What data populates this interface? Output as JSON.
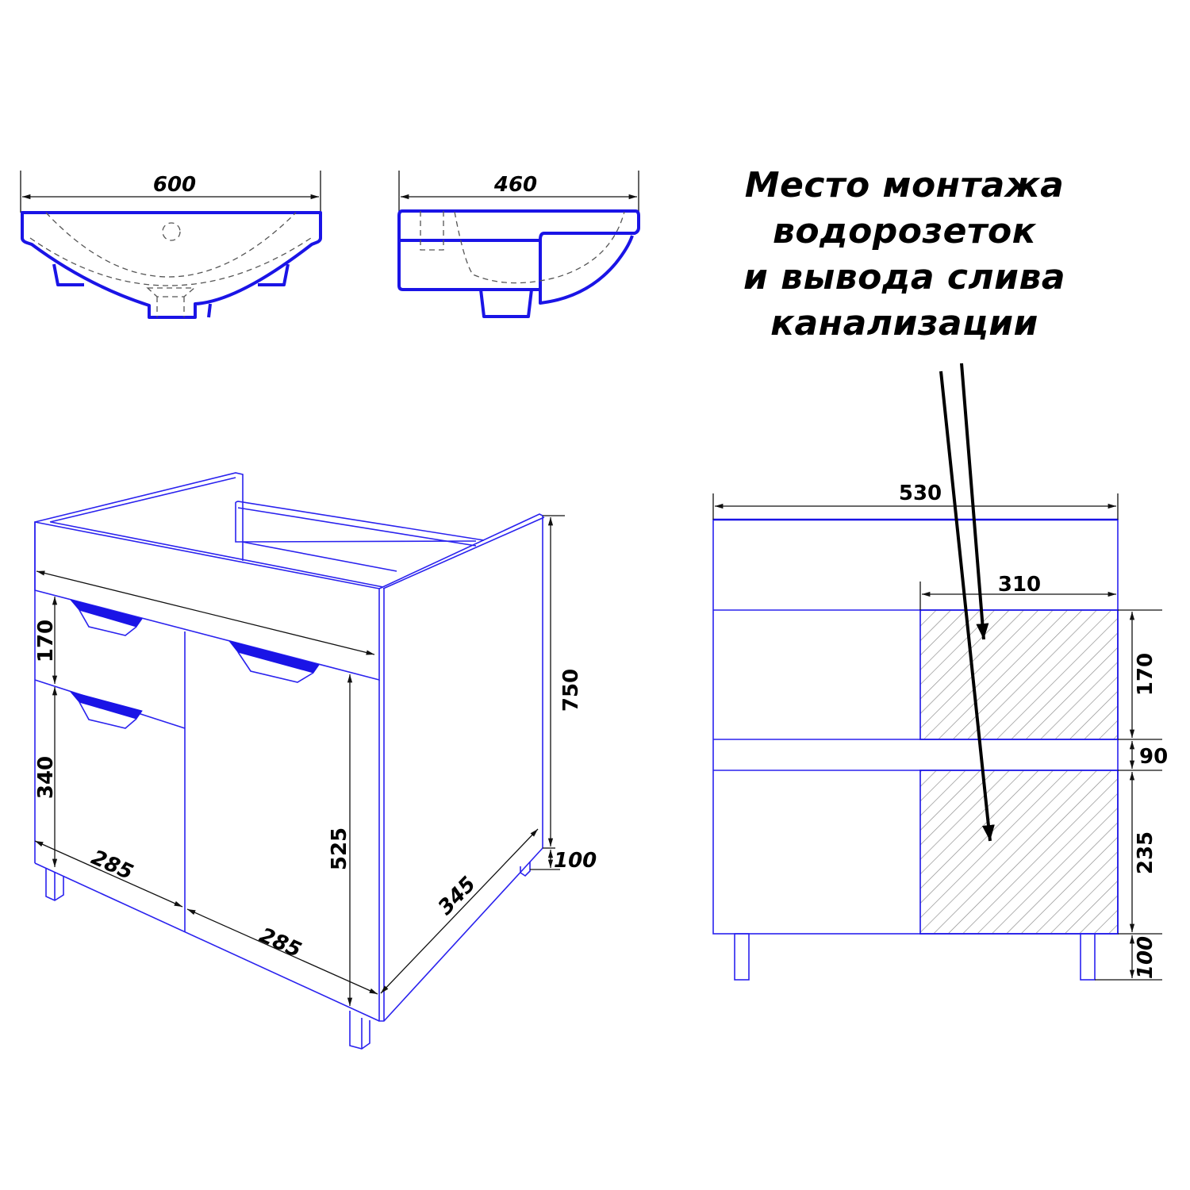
{
  "title": {
    "lines": [
      "Место монтажа",
      "водорозеток",
      "и вывода слива",
      "канализации"
    ]
  },
  "basin_front_view": {
    "width_label": "600"
  },
  "basin_side_view": {
    "depth_label": "460"
  },
  "cabinet_isometric": {
    "dimensions": {
      "top_drawer_height": "170",
      "lower_drawer_height": "340",
      "door_height": "525",
      "total_height": "750",
      "leg_height": "100",
      "left_width": "285",
      "right_width": "285",
      "depth": "345"
    }
  },
  "cabinet_back_view": {
    "dimensions": {
      "total_width": "530",
      "zone_width": "310",
      "upper_zone_height": "170",
      "rail_height": "90",
      "lower_zone_height": "235",
      "leg_height": "100"
    }
  },
  "colors": {
    "outline": "#1a14e6",
    "dimension": "#111111",
    "hatch": "#888888"
  }
}
